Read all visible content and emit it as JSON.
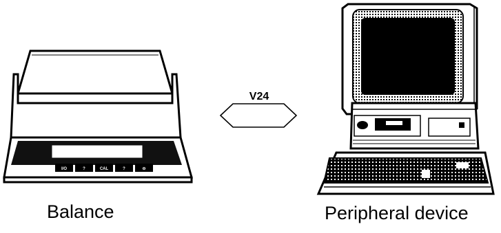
{
  "connection": {
    "label": "V24"
  },
  "balance": {
    "caption": "Balance",
    "keys": [
      "I/O",
      "?",
      "CAL",
      "?",
      "⊖"
    ]
  },
  "peripheral": {
    "caption": "Peripheral device"
  }
}
